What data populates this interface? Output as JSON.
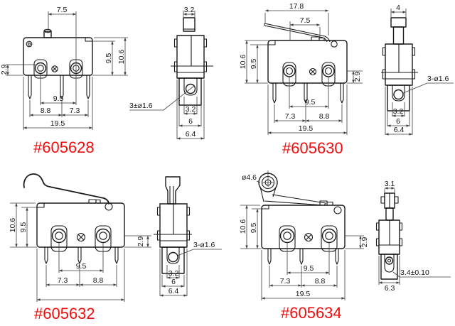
{
  "sheet_title": "miniature micro switch dimension drawings",
  "colors": {
    "line": "#1a1a1a",
    "dimension": "#3c3c3c",
    "part_label": "#f20d0d",
    "background": "#ffffff"
  },
  "drawings": [
    {
      "part_number": "#605628",
      "actuator": "pin plunger",
      "front": {
        "top_width": "7.5",
        "pin_offset": "2.9",
        "body_inner_height": "9.5",
        "body_height": "10.6",
        "hole_spacing": "9.5",
        "pitch_left": "8.8",
        "pitch_right": "7.3",
        "body_width": "19.5"
      },
      "side": {
        "plunger_width": "3.2",
        "hole_callout": "3±ø1.6",
        "slot_width": "3.2",
        "inner_width": "6",
        "overall_width": "6.4"
      }
    },
    {
      "part_number": "#605630",
      "actuator": "hinge lever",
      "front": {
        "lever_length": "17.8",
        "top_width": "7.5",
        "body_height": "10.6",
        "body_inner_height": "9.5",
        "pin_offset": "2.9",
        "hole_spacing": "9.5",
        "pitch_left": "7.3",
        "pitch_right": "8.8",
        "body_width": "19.5"
      },
      "side": {
        "plunger_width": "4",
        "hole_callout": "3-ø1.6",
        "slot_width": "3.2",
        "inner_width": "6",
        "overall_width": "6.4"
      }
    },
    {
      "part_number": "#605632",
      "actuator": "simulated roller lever",
      "front": {
        "body_height": "10.6",
        "body_inner_height": "9.5",
        "pin_offset": "2.9",
        "hole_spacing": "9.5",
        "pitch_left": "7.3",
        "pitch_right": "8.8"
      },
      "side": {
        "hole_callout": "3-ø1.6",
        "slot_width": "3.2",
        "inner_width": "6",
        "overall_width": "6.4"
      }
    },
    {
      "part_number": "#605634",
      "actuator": "roller lever",
      "front": {
        "roller_diameter": "ø4.6",
        "body_height": "10.6",
        "body_inner_height": "9.5",
        "pin_offset": "2.9",
        "hole_spacing": "9.5",
        "pitch_left": "7.3",
        "pitch_right": "8.8",
        "body_width": "19.5"
      },
      "side": {
        "plunger_width": "3.1",
        "slot_width": "3.4±0.10",
        "overall_width": "6.3"
      }
    }
  ]
}
